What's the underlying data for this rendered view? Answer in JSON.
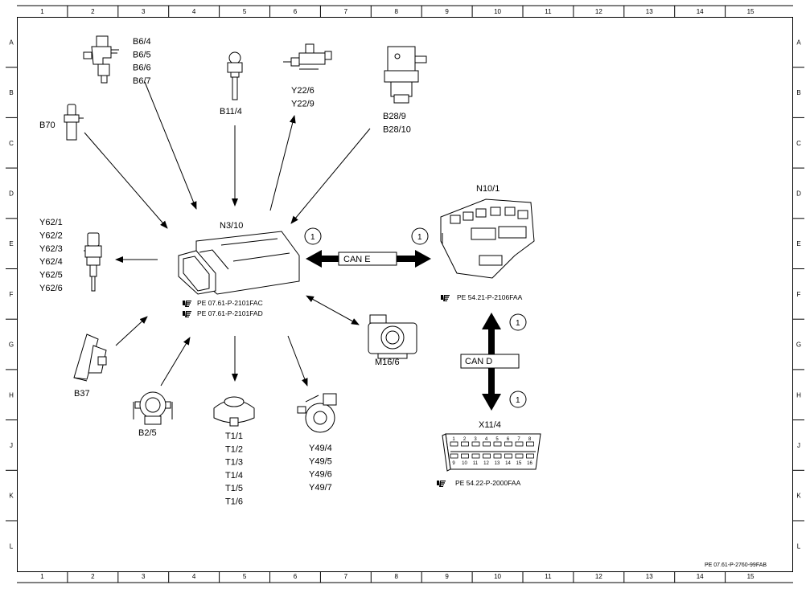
{
  "frame": {
    "columns": [
      "1",
      "2",
      "3",
      "4",
      "5",
      "6",
      "7",
      "8",
      "9",
      "10",
      "11",
      "12",
      "13",
      "14",
      "15"
    ],
    "rows": [
      "A",
      "B",
      "C",
      "D",
      "E",
      "F",
      "G",
      "H",
      "J",
      "K",
      "L"
    ]
  },
  "labels": {
    "b6_group": [
      "B6/4",
      "B6/5",
      "B6/6",
      "B6/7"
    ],
    "b70": "B70",
    "b11_4": "B11/4",
    "y22_group": [
      "Y22/6",
      "Y22/9"
    ],
    "b28_group": [
      "B28/9",
      "B28/10"
    ],
    "n3_10": "N3/10",
    "n10_1": "N10/1",
    "y62_group": [
      "Y62/1",
      "Y62/2",
      "Y62/3",
      "Y62/4",
      "Y62/5",
      "Y62/6"
    ],
    "m16_6": "M16/6",
    "b37": "B37",
    "b2_5": "B2/5",
    "t1_group": [
      "T1/1",
      "T1/2",
      "T1/3",
      "T1/4",
      "T1/5",
      "T1/6"
    ],
    "y49_group": [
      "Y49/4",
      "Y49/5",
      "Y49/6",
      "Y49/7"
    ],
    "x11_4": "X11/4"
  },
  "buses": {
    "can_e": "CAN E",
    "can_d": "CAN D",
    "marker": "1"
  },
  "references": {
    "n3_10_ref1": "PE 07.61-P-2101FAC",
    "n3_10_ref2": "PE 07.61-P-2101FAD",
    "n10_1_ref": "PE 54.21-P-2106FAA",
    "x11_4_ref": "PE 54.22-P-2000FAA",
    "footer": "PE 07.61-P-2760-99FAB"
  },
  "connector": {
    "top_pins": [
      "1",
      "2",
      "3",
      "4",
      "5",
      "6",
      "7",
      "8"
    ],
    "bottom_pins": [
      "9",
      "10",
      "11",
      "12",
      "13",
      "14",
      "15",
      "16"
    ]
  }
}
